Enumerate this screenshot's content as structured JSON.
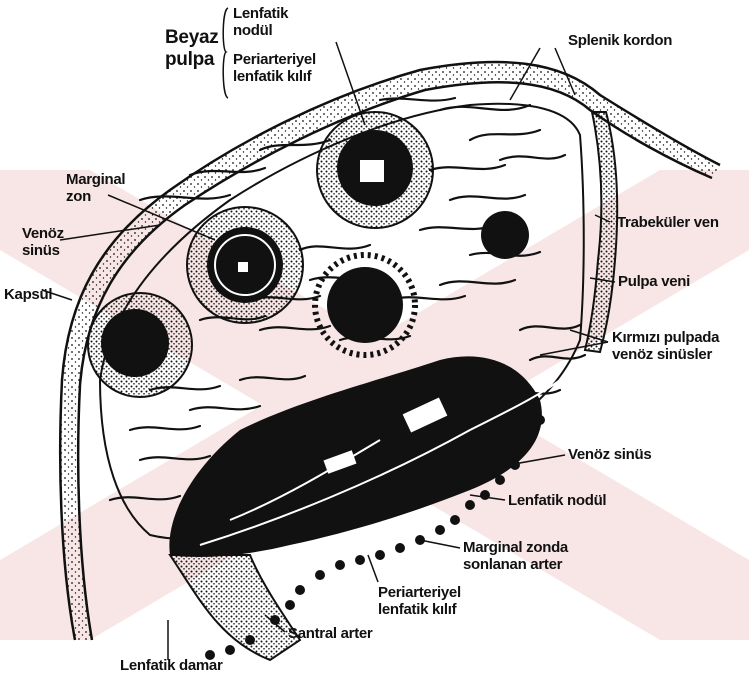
{
  "labels": {
    "beyaz_pulpa_line1": "Beyaz",
    "beyaz_pulpa_line2": "pulpa",
    "lenfatik_nodul_top_1": "Lenfatik",
    "lenfatik_nodul_top_2": "nodül",
    "periarteriyel_top_1": "Periarteriyel",
    "periarteriyel_top_2": "lenfatik kılıf",
    "splenik_kordon": "Splenik kordon",
    "marginal_zon_1": "Marginal",
    "marginal_zon_2": "zon",
    "venoz_sinus_left_1": "Venöz",
    "venoz_sinus_left_2": "sinüs",
    "kapsul": "Kapsül",
    "trabekuler_ven": "Trabeküler ven",
    "pulpa_veni": "Pulpa veni",
    "kirmizi_pulpada_1": "Kırmızı pulpada",
    "kirmizi_pulpada_2": "venöz sinüsler",
    "venoz_sinus_right": "Venöz sinüs",
    "lenfatik_nodul_bottom": "Lenfatik nodül",
    "marginal_zonda_1": "Marginal zonda",
    "marginal_zonda_2": "sonlanan arter",
    "periarteriyel_bottom_1": "Periarteriyel",
    "periarteriyel_bottom_2": "lenfatik kılıf",
    "santral_arter": "Santral arter",
    "lenfatik_damar": "Lenfatik damar"
  },
  "colors": {
    "ink": "#111111",
    "paper": "#ffffff",
    "watermark": "#f3d3d3"
  }
}
